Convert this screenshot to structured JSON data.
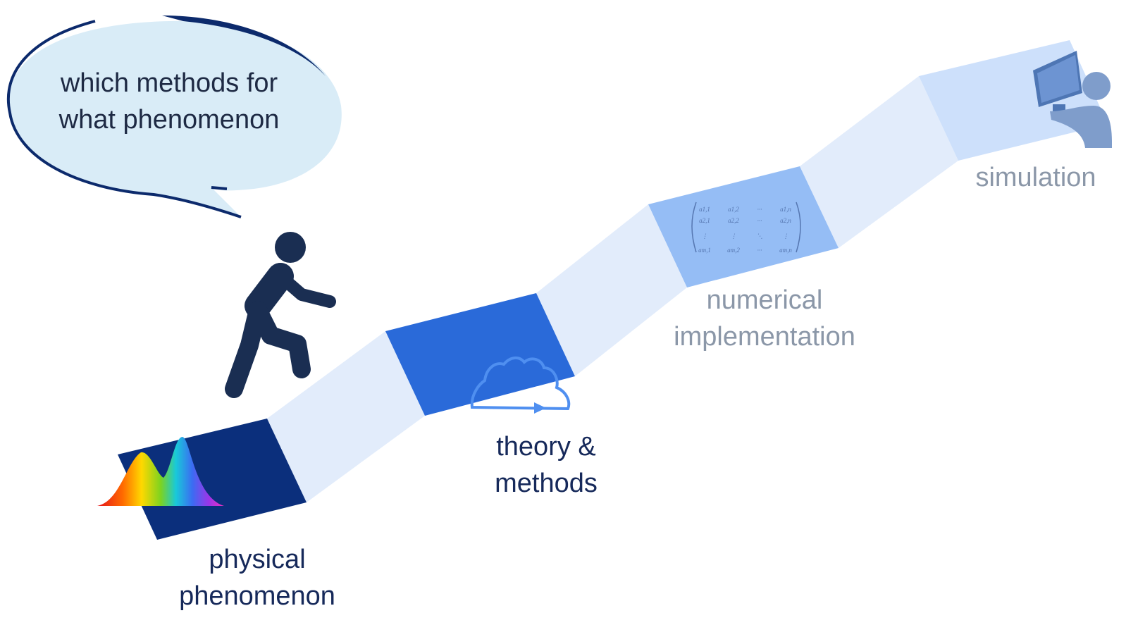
{
  "speech_bubble": {
    "lines": [
      "which methods for",
      "what phenomenon"
    ]
  },
  "steps": [
    {
      "id": "physical",
      "lines": [
        "physical",
        "phenomenon"
      ],
      "color": "#0b2f7c"
    },
    {
      "id": "theory",
      "lines": [
        "theory &",
        "methods"
      ],
      "color": "#2a6ad9"
    },
    {
      "id": "numerical",
      "lines": [
        "numerical",
        "implementation"
      ],
      "color": "#95bdf5"
    },
    {
      "id": "simulation",
      "lines": [
        "simulation"
      ],
      "color": "#cde0fb"
    }
  ],
  "connector_color": "#e2ecfb",
  "matrix": {
    "rows": [
      [
        "a1,1",
        "a1,2",
        "···",
        "a1,n"
      ],
      [
        "a2,1",
        "a2,2",
        "···",
        "a2,n"
      ],
      [
        "⋮",
        "⋮",
        "⋱",
        "⋮"
      ],
      [
        "am,1",
        "am,2",
        "···",
        "am,n"
      ]
    ]
  },
  "colors": {
    "bubble_fill": "#d9ecf7",
    "bubble_outline": "#0c2a6c",
    "person": "#1a2e52",
    "label_dark": "#16295a",
    "label_light": "#8b97a8"
  }
}
